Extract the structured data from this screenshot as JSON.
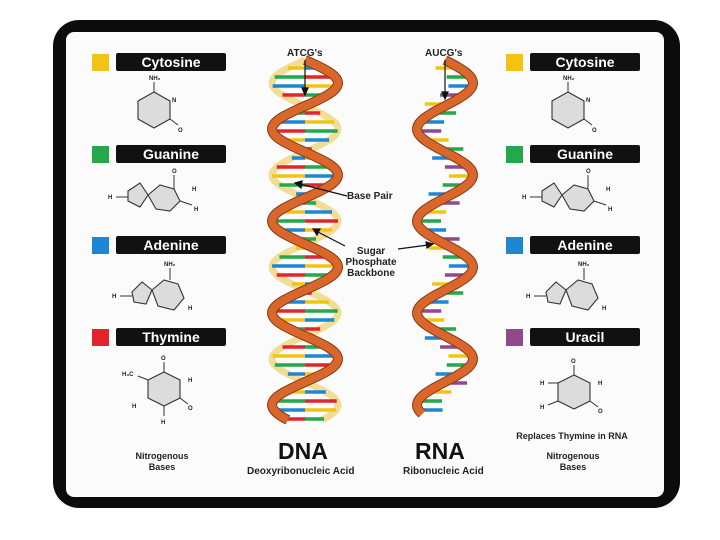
{
  "left_panel": {
    "items": [
      {
        "name": "Cytosine",
        "color": "#f3c313"
      },
      {
        "name": "Guanine",
        "color": "#23a84b"
      },
      {
        "name": "Adenine",
        "color": "#1c87d2"
      },
      {
        "name": "Thymine",
        "color": "#e3242b"
      }
    ],
    "footer": "Nitrogenous Bases"
  },
  "right_panel": {
    "items": [
      {
        "name": "Cytosine",
        "color": "#f3c313"
      },
      {
        "name": "Guanine",
        "color": "#23a84b"
      },
      {
        "name": "Adenine",
        "color": "#1c87d2"
      },
      {
        "name": "Uracil",
        "color": "#8d4b8c"
      }
    ],
    "note": "Replaces Thymine in RNA",
    "footer": "Nitrogenous Bases"
  },
  "dna": {
    "top_label": "ATCG's",
    "title": "DNA",
    "subtitle": "Deoxyribonucleic Acid",
    "annotation_base_pair": "Base Pair",
    "annotation_backbone": "Sugar Phosphate Backbone"
  },
  "rna": {
    "top_label": "AUCG's",
    "title": "RNA",
    "subtitle": "Ribonucleic Acid"
  },
  "atoms": {
    "nh2": "NH₂",
    "h": "H",
    "n": "N",
    "o": "O",
    "h3c": "H₃C"
  },
  "colors": {
    "frame": "#0c0c0c",
    "strand_orange": "#d9662b",
    "strand_cream": "#f1dd96"
  }
}
